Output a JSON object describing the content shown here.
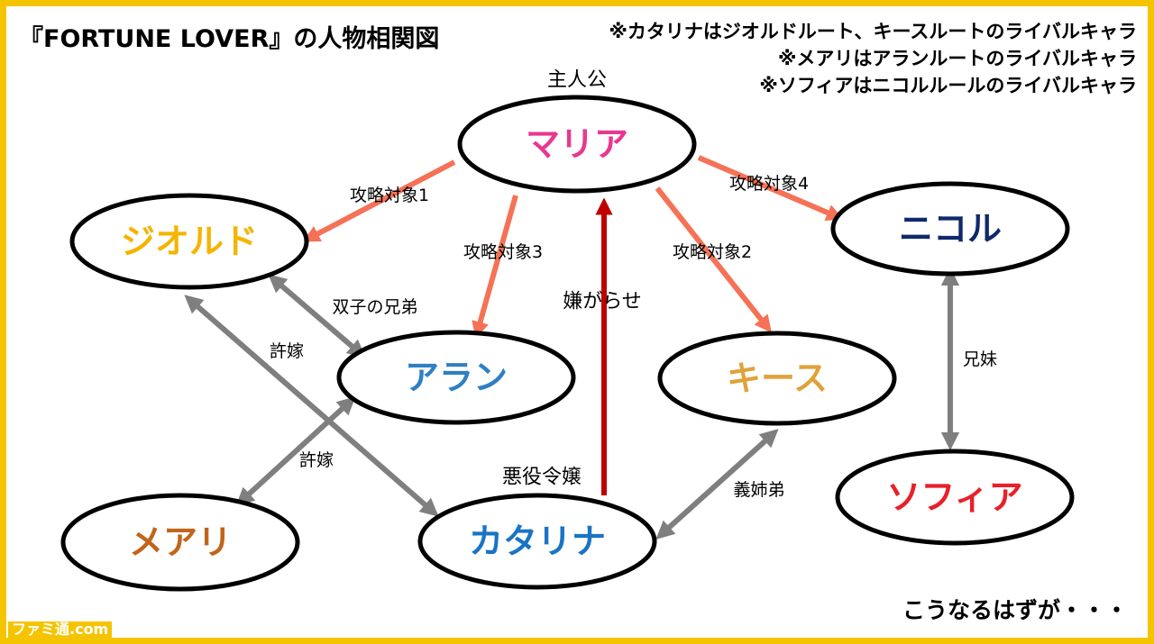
{
  "title": "『FORTUNE LOVER』の人物相関図",
  "notes": [
    "※カタリナはジオルドルート、キースルートのライバルキャラ",
    "※メアリはアランルートのライバルキャラ",
    "※ソフィアはニコルルールのライバルキャラ"
  ],
  "ending": "こうなるはずが・・・",
  "logo": "ファミ通.com",
  "nodes": {
    "maria": {
      "label": "マリア",
      "color": "#e8388f",
      "tag": "主人公"
    },
    "geordo": {
      "label": "ジオルド",
      "color": "#f5b400"
    },
    "nicol": {
      "label": "ニコル",
      "color": "#0f2a6b"
    },
    "alan": {
      "label": "アラン",
      "color": "#2f7fc4"
    },
    "keith": {
      "label": "キース",
      "color": "#e0a23a"
    },
    "mary": {
      "label": "メアリ",
      "color": "#c0651a"
    },
    "catarina": {
      "label": "カタリナ",
      "color": "#1a74c4",
      "tag": "悪役令嬢"
    },
    "sophia": {
      "label": "ソフィア",
      "color": "#e8202a"
    }
  },
  "edges": {
    "target1": {
      "label": "攻略対象1",
      "color": "#f57256"
    },
    "target2": {
      "label": "攻略対象2",
      "color": "#f57256"
    },
    "target3": {
      "label": "攻略対象3",
      "color": "#f57256"
    },
    "target4": {
      "label": "攻略対象4",
      "color": "#f57256"
    },
    "harassment": {
      "label": "嫌がらせ",
      "color": "#c00000"
    },
    "twins": {
      "label": "双子の兄弟",
      "color": "#7f7f7f"
    },
    "fiance_g": {
      "label": "許嫁",
      "color": "#7f7f7f"
    },
    "fiance_a": {
      "label": "許嫁",
      "color": "#7f7f7f"
    },
    "stepsib": {
      "label": "義姉弟",
      "color": "#7f7f7f"
    },
    "siblings": {
      "label": "兄妹",
      "color": "#7f7f7f"
    }
  }
}
